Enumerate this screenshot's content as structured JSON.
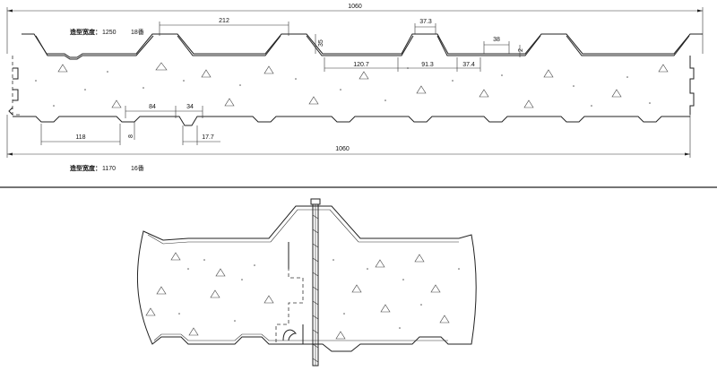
{
  "top_panel": {
    "overall_width_top": "1060",
    "overall_width_bottom": "1060",
    "dim_212": "212",
    "dim_37_3": "37.3",
    "dim_38": "38",
    "dim_35": "35",
    "dim_2": "2",
    "dim_120_7": "120.7",
    "dim_91_3": "91.3",
    "dim_37_4": "37.4",
    "dim_84": "84",
    "dim_34": "34",
    "dim_8": "8",
    "dim_118": "118",
    "dim_17_7": "17.7",
    "note_top_label": "造型宽度：",
    "note_top_value": "1250",
    "note_top_gauge": "18番",
    "note_bottom_label": "造型宽度：",
    "note_bottom_value": "1170",
    "note_bottom_gauge": "16番"
  }
}
